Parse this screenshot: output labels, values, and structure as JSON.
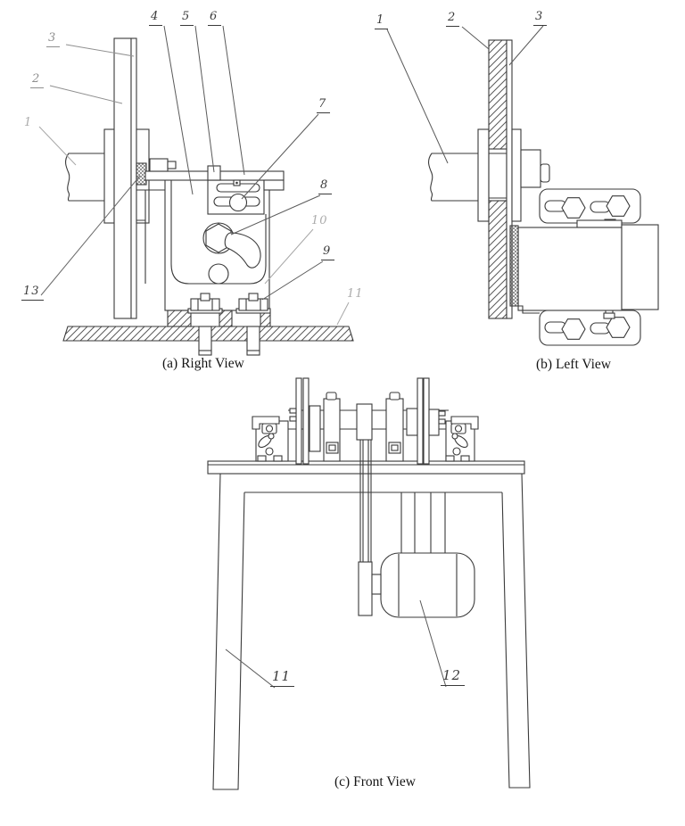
{
  "figure": {
    "background": "#ffffff",
    "line_color": "#3a3a3a",
    "views": {
      "a": {
        "caption": "(a) Right View"
      },
      "b": {
        "caption": "(b) Left View"
      },
      "c": {
        "caption": "(c) Front View"
      }
    },
    "part_labels": {
      "a": {
        "n1": "1",
        "n2": "2",
        "n3": "3",
        "n4": "4",
        "n5": "5",
        "n6": "6",
        "n7": "7",
        "n8": "8",
        "n9": "9",
        "n10": "10",
        "n11": "11",
        "n13": "13"
      },
      "b": {
        "n1": "1",
        "n2": "2",
        "n3": "3"
      },
      "c": {
        "n11": "11",
        "n12": "12"
      }
    }
  }
}
